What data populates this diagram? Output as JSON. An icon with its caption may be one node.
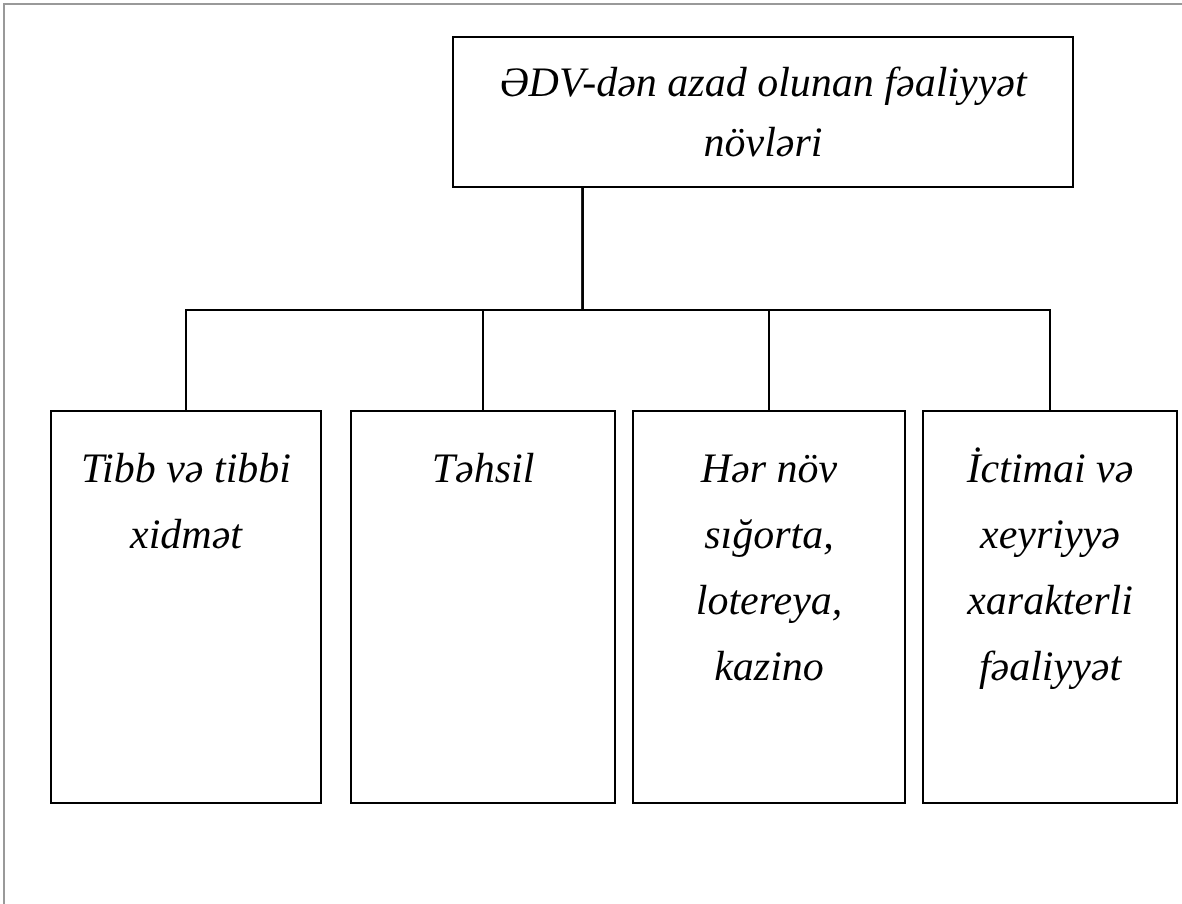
{
  "diagram": {
    "nodes": [
      {
        "text": [
          "ƏDV-dən azad olunan fəaliyyət növləri"
        ]
      },
      {
        "text": [
          "Tibb və tibbi xidmət"
        ]
      },
      {
        "text": [
          "Təhsil"
        ]
      },
      {
        "text": [
          "Hər növ sığorta, lotereya, kazino"
        ]
      },
      {
        "text": [
          "İctimai və xeyriyyə xarakterli fəaliyyət"
        ]
      }
    ],
    "edges": [
      {
        "from": 0,
        "to": 1,
        "arrow": "none"
      },
      {
        "from": 0,
        "to": 2,
        "arrow": "none"
      },
      {
        "from": 0,
        "to": 3,
        "arrow": "none"
      },
      {
        "from": 0,
        "to": 4,
        "arrow": "none"
      }
    ]
  }
}
